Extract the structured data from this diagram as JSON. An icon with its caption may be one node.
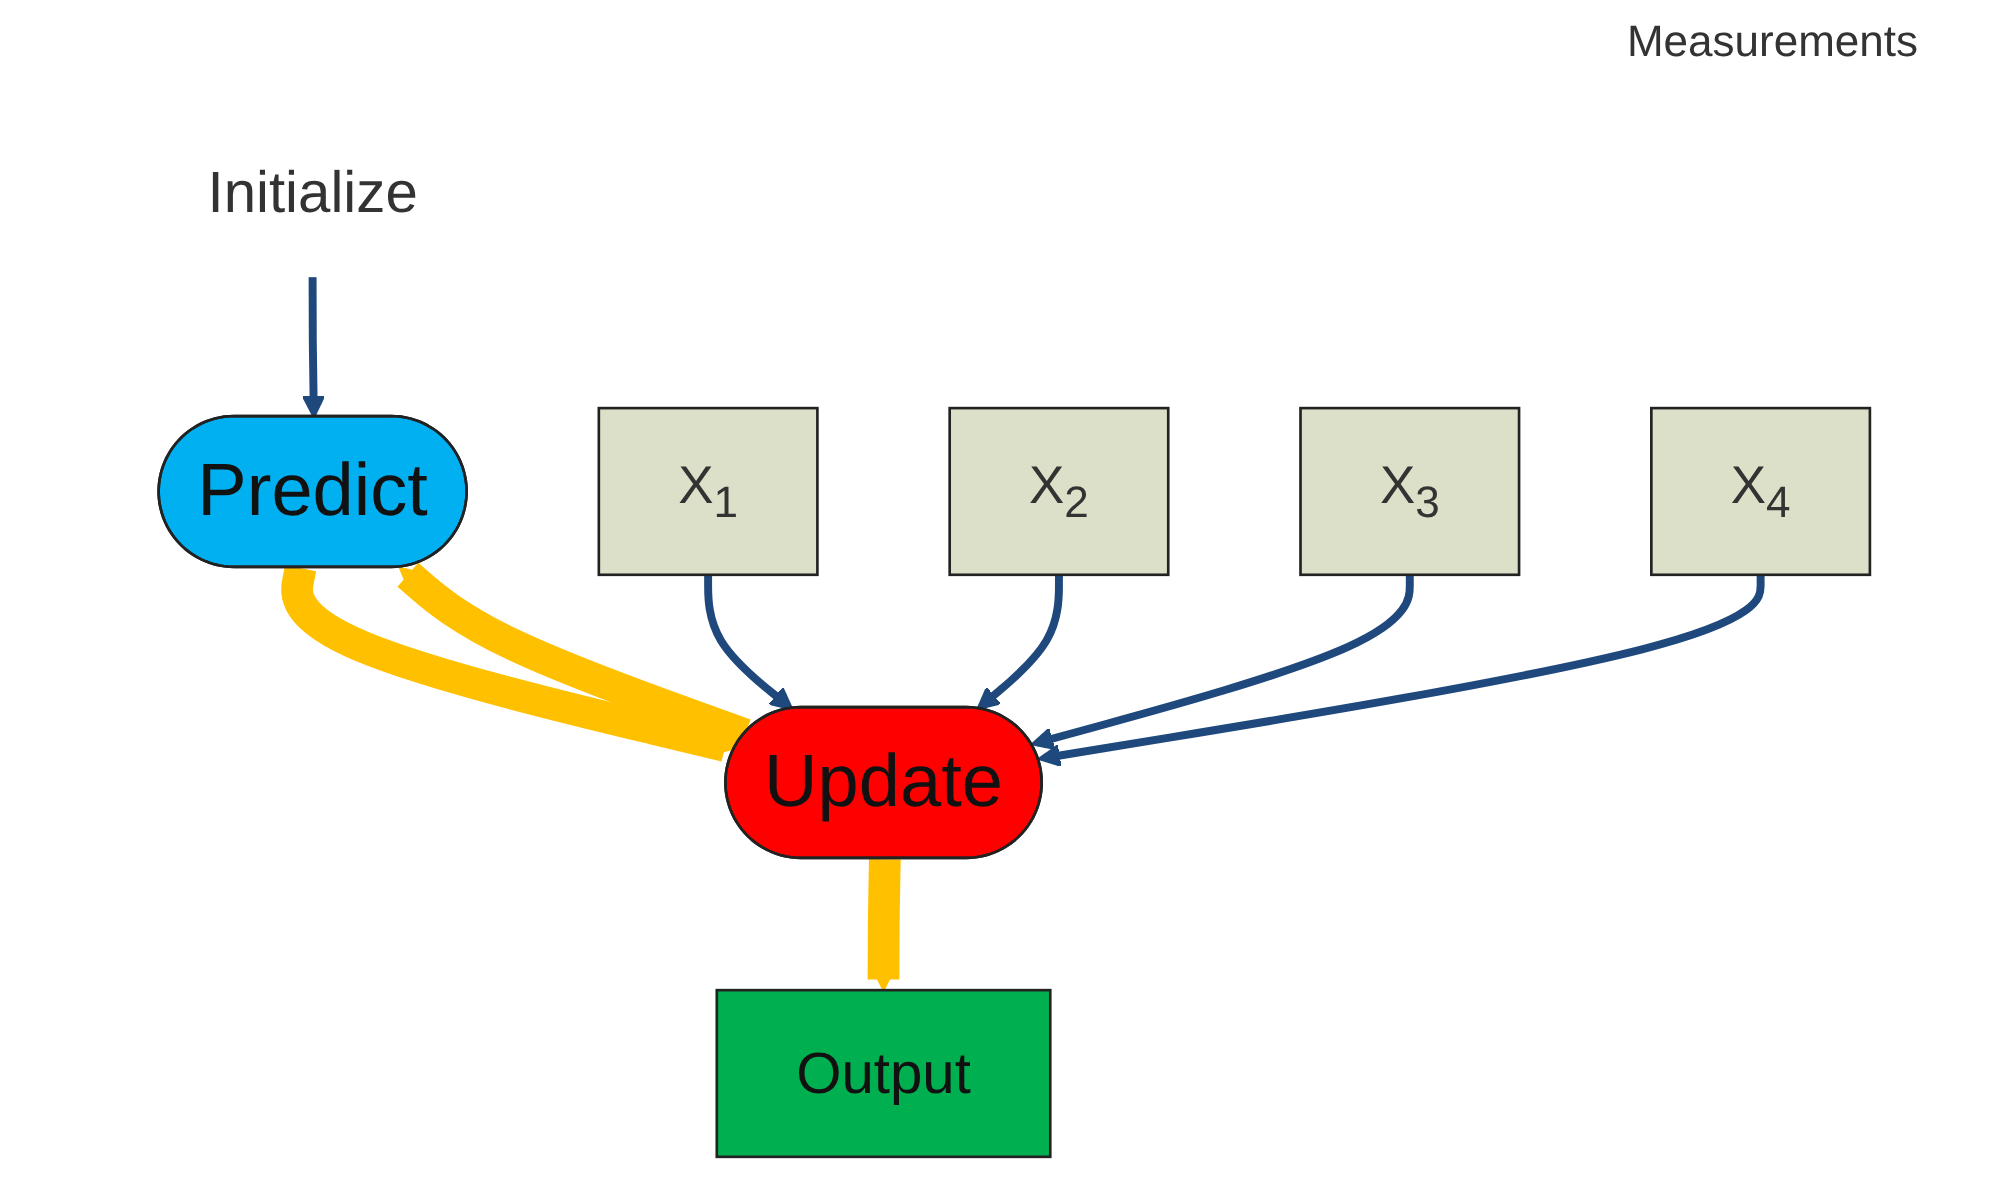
{
  "diagram": {
    "nodes": [
      {
        "text": [
          "Initialize"
        ]
      },
      {
        "text": [
          "Predict"
        ]
      },
      {
        "text": [
          "Update"
        ]
      },
      {
        "text": [
          "Output"
        ]
      },
      {
        "text": [
          "X$_{1}$"
        ]
      },
      {
        "text": [
          "X$_{2}$"
        ]
      },
      {
        "text": [
          "X$_{3}$"
        ]
      },
      {
        "text": [
          "X$_{4}$"
        ]
      }
    ],
    "edges": [
      {
        "from": 0,
        "to": 1,
        "arrow": "to"
      },
      {
        "from": 1,
        "to": 2,
        "arrow": "to",
        "style": "thick",
        "color": "#ffc000"
      },
      {
        "from": 2,
        "to": 1,
        "arrow": "to",
        "style": "thick",
        "color": "#ffc000"
      },
      {
        "from": 2,
        "to": 3,
        "arrow": "to",
        "style": "thick",
        "color": "#ffc000"
      },
      {
        "from": 4,
        "to": 2,
        "arrow": "to"
      },
      {
        "from": 5,
        "to": 2,
        "arrow": "to"
      },
      {
        "from": 6,
        "to": 2,
        "arrow": "to"
      },
      {
        "from": 7,
        "to": 2,
        "arrow": "to"
      }
    ],
    "labels": [
      "Measurements"
    ]
  }
}
